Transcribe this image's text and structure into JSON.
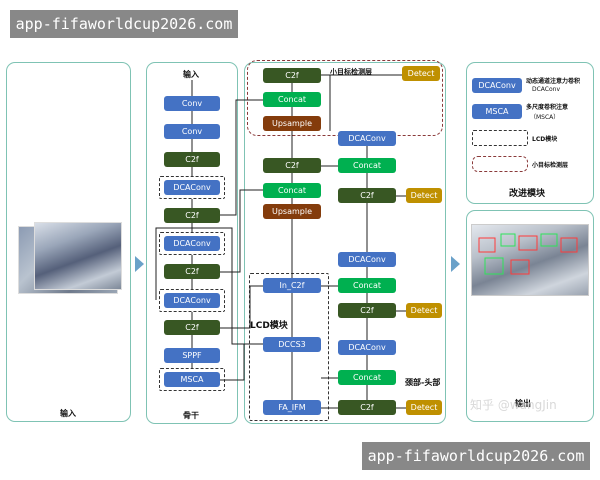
{
  "watermarks": {
    "top": "app-fifaworldcup2026.com",
    "bottom": "app-fifaworldcup2026.com"
  },
  "panels": {
    "input_label": "输入",
    "backbone_title": "输入",
    "backbone_label": "骨干",
    "neck_label": "颈部-头部",
    "lcd_label": "LCD模块",
    "small_target_label": "小目标检测层",
    "improved_label": "改进模块",
    "output_label": "输出"
  },
  "backbone": [
    "Conv",
    "Conv",
    "C2f",
    "DCAConv",
    "C2f",
    "DCAConv",
    "C2f",
    "DCAConv",
    "C2f",
    "SPPF",
    "MSCA"
  ],
  "neck_left": [
    "C2f",
    "Concat",
    "Upsample",
    "C2f",
    "Concat",
    "Upsample",
    "In_C2f",
    "DCCS3",
    "FA_IFM"
  ],
  "neck_right": [
    "DCAConv",
    "Concat",
    "C2f",
    "DCAConv",
    "Concat",
    "C2f",
    "DCAConv",
    "Concat",
    "C2f"
  ],
  "detect": [
    "Detect",
    "Detect",
    "Detect",
    "Detect"
  ],
  "legend": {
    "dcaconv": "DCAConv",
    "dcaconv_desc1": "动态通道注意力卷积",
    "dcaconv_desc2": "DCAConv",
    "msca": "MSCA",
    "msca_desc1": "多尺度卷积注意",
    "msca_desc2": "（MSCA）",
    "lcd_desc": "LCD模块",
    "small_desc": "小目标检测层"
  },
  "credit": "知乎 @wangJin",
  "colors": {
    "panel_border": "#7fc3b4",
    "blue": "#4472c4",
    "dark_green": "#385723",
    "light_green": "#00b050",
    "brown": "#843c0c",
    "gold": "#bf9000"
  }
}
